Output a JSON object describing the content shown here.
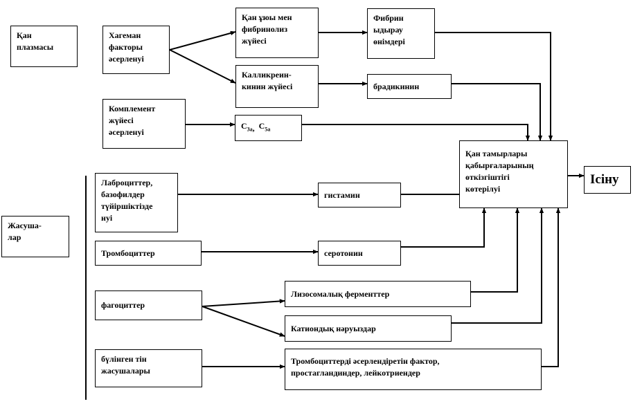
{
  "boxes": {
    "blood_plasma": "Қан\nплазмасы",
    "hageman": "Хагеман\nфакторы\nәсерленуі",
    "coag_fibrin": "Қан ұюы мен\nфибринолиз\nжүйесі",
    "fibrin_products": "Фибрин\nыдырау\nөнімдері",
    "kallikrein": "Калликреин-\nкинин жүйесі",
    "bradykinin": "брадикинин",
    "complement": "Комплемент\nжүйесі\nәсерленуі",
    "c3a": "C",
    "c3a_sub": "3a",
    "c5a": "C",
    "c5a_sub": "5a",
    "vessel_perm": "Қан тамырлары\nқабырғаларының\nөткізгіштігі\nкөтерілуі",
    "edema": "Ісіну",
    "cells": "Жасуша-\nлар",
    "labrocytes": "Лаброциттер,\nбазофилдер\nтүйіршіктізде\nнуі",
    "histamine": "гистамин",
    "platelets": "Тромбоциттер",
    "serotonin": "серотонин",
    "phagocytes": "фагоциттер",
    "lysosomal": "Лизосомалық ферменттер",
    "cationic": "Катиондық нәруыздар",
    "damaged_tissue": "бүлінген тін\nжасушалары",
    "paf": "Тромбоциттерді әсерлендіретін фактор,\nпростагландиндер, лейкотриендер"
  }
}
